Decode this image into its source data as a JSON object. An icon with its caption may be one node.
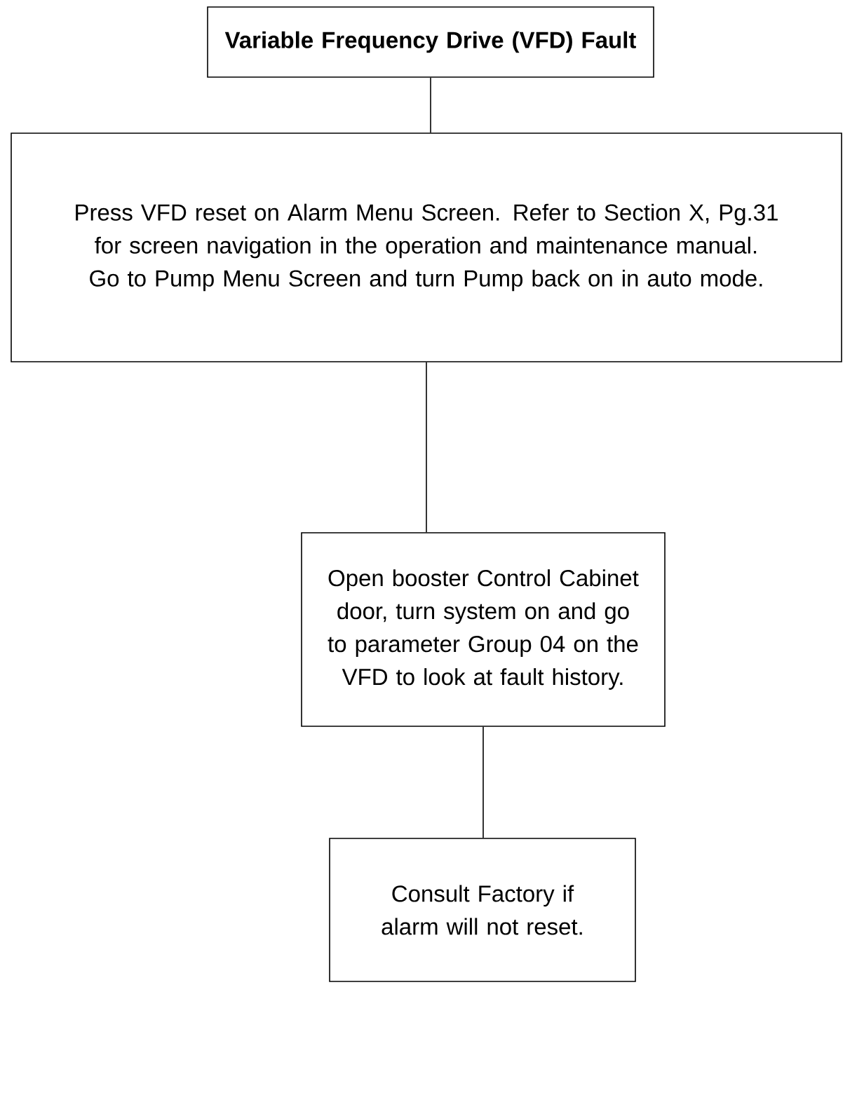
{
  "diagram": {
    "nodes": [
      {
        "text": [
          "Variable Frequency Drive (VFD) Fault"
        ]
      },
      {
        "text": [
          "Press VFD reset on Alarm Menu Screen. Refer to Section X, Pg.31 for screen navigation in the operation and maintenance manual. Go to Pump Menu Screen and turn Pump back on in auto mode."
        ]
      },
      {
        "text": [
          "Open booster Control Cabinet door, turn system on and go to parameter Group 04 on the VFD to look at fault history."
        ]
      },
      {
        "text": [
          "Consult Factory if alarm will not reset."
        ]
      }
    ],
    "edges": [
      {
        "from": 0,
        "to": 1,
        "arrow": "none"
      },
      {
        "from": 1,
        "to": 2,
        "arrow": "none"
      },
      {
        "from": 2,
        "to": 3,
        "arrow": "none"
      }
    ]
  }
}
